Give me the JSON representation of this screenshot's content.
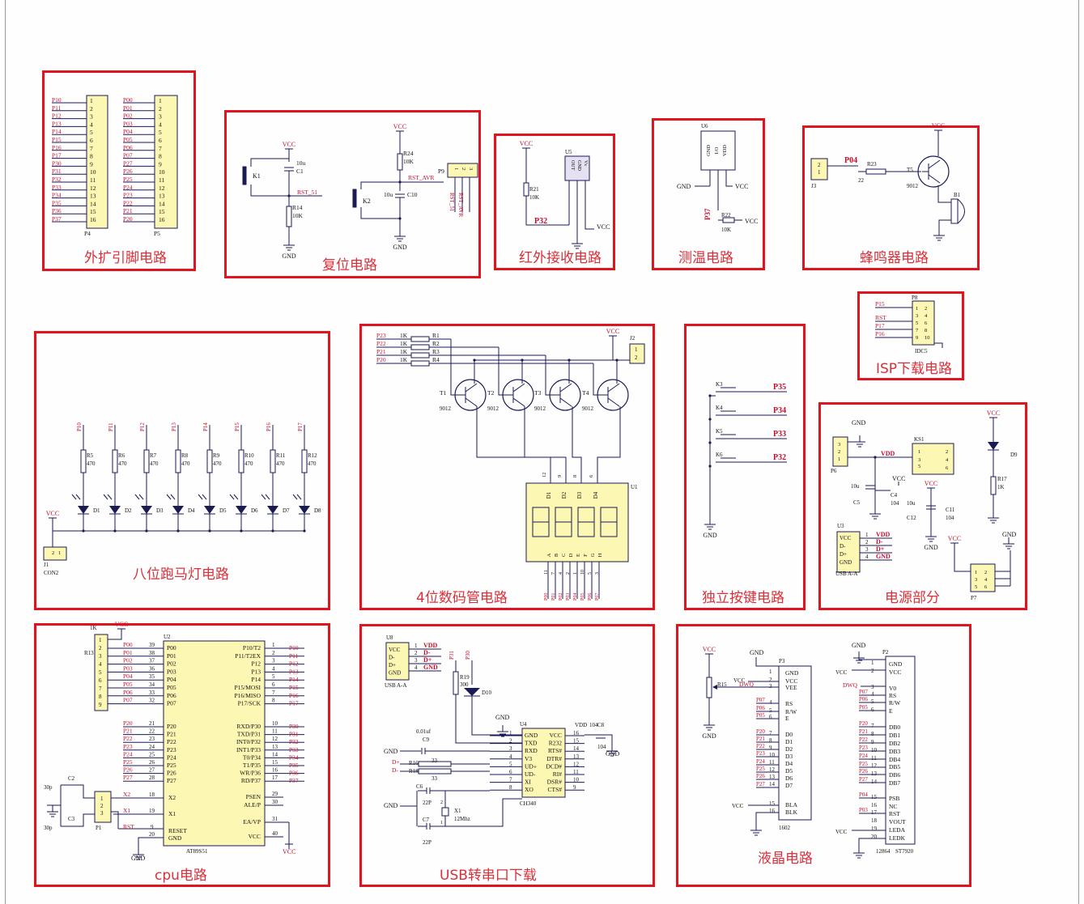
{
  "sections": {
    "ext_pins": "外扩引脚电路",
    "reset": "复位电路",
    "ir": "红外接收电路",
    "temp": "测温电路",
    "buzzer": "蜂鸣器电路",
    "isp": "ISP下载电路",
    "led": "八位跑马灯电路",
    "seg": "4位数码管电路",
    "keys": "独立按键电路",
    "power": "电源部分",
    "cpu": "cpu电路",
    "usb": "USB转串口下载",
    "lcd": "液晶电路"
  },
  "ext_pins": {
    "p4_labels": [
      "P10",
      "P11",
      "P12",
      "P13",
      "P14",
      "P15",
      "P16",
      "P17",
      "P30",
      "P31",
      "P32",
      "P33",
      "P34",
      "P35",
      "P36",
      "P37"
    ],
    "p5_labels": [
      "P00",
      "P01",
      "P02",
      "P03",
      "P04",
      "P05",
      "P06",
      "P07",
      "P27",
      "P26",
      "P25",
      "P24",
      "P23",
      "P22",
      "P21",
      "P20"
    ],
    "pin_numbers": [
      "1",
      "2",
      "3",
      "4",
      "5",
      "6",
      "7",
      "8",
      "9",
      "10",
      "11",
      "12",
      "13",
      "14",
      "15",
      "16"
    ],
    "p4": "P4",
    "p5": "P5"
  },
  "reset": {
    "vcc": "VCC",
    "gnd": "GND",
    "c1": "C1",
    "c1_val": "10u",
    "k1": "K1",
    "r14": "R14",
    "r14_val": "10K",
    "net1": "RST_51",
    "r24": "R24",
    "r24_val": "10K",
    "net2": "RST_AVR",
    "k2": "K2",
    "c10": "C10",
    "c10_val": "10u",
    "p9": "P9",
    "p9_pins": [
      "1",
      "2",
      "3"
    ],
    "p9_net1": "RST_51",
    "p9_net2": "RST_AVR"
  },
  "ir": {
    "vcc": "VCC",
    "r21": "R21",
    "r21_val": "10K",
    "u5": "U5",
    "pins": [
      "OUT",
      "GND",
      "Vs"
    ],
    "net": "P32",
    "gnd": "GND",
    "vcc2": "VCC"
  },
  "temp": {
    "u6": "U6",
    "pins": [
      "GND",
      "I/O",
      "VDD"
    ],
    "gnd": "GND",
    "vcc": "VCC",
    "net": "P37",
    "r22": "R22",
    "r22_val": "10K",
    "vcc2": "VCC"
  },
  "buzzer": {
    "vcc": "VCC",
    "j3": "J3",
    "j3_pins": [
      "2",
      "1"
    ],
    "net": "P04",
    "r23": "R23",
    "r23_val": "22",
    "t5": "T5",
    "t5_val": "9012",
    "b1": "B1"
  },
  "isp": {
    "p8": "P8",
    "nets": [
      "P15",
      "RST",
      "P17",
      "P16"
    ],
    "pins_l": [
      "1",
      "3",
      "5",
      "7",
      "9"
    ],
    "pins_r": [
      "2",
      "4",
      "6",
      "8",
      "10"
    ],
    "part": "IDC5"
  },
  "led": {
    "nets": [
      "P10",
      "P11",
      "P12",
      "P13",
      "P14",
      "P15",
      "P16",
      "P17"
    ],
    "res": [
      "R5",
      "R6",
      "R7",
      "R8",
      "R9",
      "R10",
      "R11",
      "R12"
    ],
    "res_val": "470",
    "leds": [
      "D1",
      "D2",
      "D3",
      "D4",
      "D5",
      "D6",
      "D7",
      "D8"
    ],
    "vcc": "VCC",
    "j1": "J1",
    "j1_part": "CON2",
    "j1_pins": [
      "2",
      "1"
    ]
  },
  "seg": {
    "nets": [
      "P23",
      "P22",
      "P21",
      "P20"
    ],
    "res_vals": [
      "1K",
      "1K",
      "1K",
      "1K"
    ],
    "res": [
      "R1",
      "R2",
      "R3",
      "R4"
    ],
    "trans": [
      "T1",
      "T2",
      "T3",
      "T4"
    ],
    "trans_val": "9012",
    "vcc": "VCC",
    "j2": "J2",
    "j2_pins": [
      "1",
      "2"
    ],
    "u1": "U1",
    "digits": [
      "D1",
      "D2",
      "D3",
      "D4"
    ],
    "digit_pins": [
      "12",
      "9",
      "8",
      "6"
    ],
    "seg_names": [
      "A",
      "B",
      "C",
      "D",
      "E",
      "F",
      "G",
      "H"
    ],
    "seg_pins": [
      "11",
      "7",
      "4",
      "2",
      "1",
      "10",
      "5",
      "3"
    ],
    "seg_nets": [
      "P00",
      "P01",
      "P02",
      "P03",
      "P04",
      "P05",
      "P06",
      "P07"
    ]
  },
  "keys": {
    "keys": [
      "K3",
      "K4",
      "K5",
      "K6"
    ],
    "nets": [
      "P35",
      "P34",
      "P33",
      "P32"
    ],
    "gnd": "GND"
  },
  "power": {
    "gnd": "GND",
    "vdd": "VDD",
    "ks1": "KS1",
    "ks_pins_l": [
      "2",
      "3",
      "5"
    ],
    "ks_pins_r": [
      "2",
      "4",
      "6"
    ],
    "ks_l1": "1",
    "p6": "P6",
    "p6_pins": [
      "3",
      "2",
      "1"
    ],
    "vcc": "VCC",
    "c4": "C4",
    "c4_val": "104",
    "c5": "C5",
    "c5_val": "10u",
    "c11": "C11",
    "c11_val": "104",
    "c12": "C12",
    "c12_val": "10u",
    "vcc2": "VCC",
    "gnd2": "GND",
    "d9": "D9",
    "r17": "R17",
    "r17_val": "1K",
    "vcc3": "VCC",
    "u3": "U3",
    "u3_pins": [
      "VCC",
      "D-",
      "D+",
      "GND"
    ],
    "u3_nums": [
      "1",
      "2",
      "3",
      "4"
    ],
    "u3_nets": [
      "VDD",
      "D-",
      "D+",
      "GND"
    ],
    "u3_part": "USB A-A",
    "vcc4": "VCC",
    "gnd4": "GND",
    "p7": "P7",
    "p7_pins_l": [
      "1",
      "3",
      "5"
    ],
    "p7_pins_r": [
      "2",
      "4",
      "6"
    ]
  },
  "cpu": {
    "r_label": "1K",
    "vcc": "VCC",
    "rn": "R13",
    "rn_pins": [
      "1",
      "2",
      "3",
      "4",
      "5",
      "6",
      "7",
      "8",
      "9"
    ],
    "u2": "U2",
    "part": "AT89S51",
    "left_nums": [
      "39",
      "38",
      "37",
      "36",
      "35",
      "34",
      "33",
      "32"
    ],
    "left_pins": [
      "P00",
      "P01",
      "P02",
      "P03",
      "P04",
      "P05",
      "P06",
      "P07"
    ],
    "left_nets": [
      "P00",
      "P01",
      "P02",
      "P03",
      "P04",
      "P05",
      "P06",
      "P07"
    ],
    "left2_nums": [
      "21",
      "22",
      "23",
      "24",
      "25",
      "26",
      "27",
      "28"
    ],
    "left2_pins": [
      "P20",
      "P21",
      "P22",
      "P23",
      "P24",
      "P25",
      "P26",
      "P27"
    ],
    "left2_nets": [
      "P20",
      "P21",
      "P22",
      "P23",
      "P24",
      "P25",
      "P26",
      "P27"
    ],
    "right_nums": [
      "1",
      "2",
      "3",
      "4",
      "5",
      "6",
      "7",
      "8"
    ],
    "right_pins": [
      "P10/T2",
      "P11/T2EX",
      "P12",
      "P13",
      "P14",
      "P15/MOSI",
      "P16/MISO",
      "P17/SCK"
    ],
    "right_nets": [
      "P10",
      "P11",
      "P12",
      "P13",
      "P14",
      "P15",
      "P16",
      "P17"
    ],
    "right2_nums": [
      "10",
      "11",
      "12",
      "13",
      "14",
      "15",
      "16",
      "17"
    ],
    "right2_pins": [
      "RXD/P30",
      "TXD/P31",
      "INT0/P32",
      "INT1/P33",
      "T0/P34",
      "T1/P35",
      "WR/P36",
      "RD/P37"
    ],
    "right2_nets": [
      "P30",
      "P31",
      "P32",
      "P33",
      "P34",
      "P35",
      "P36",
      "P37"
    ],
    "x2": "X2",
    "x1": "X1",
    "x2n": "18",
    "x1n": "19",
    "rst": "RST",
    "rstn": "9",
    "gndn": "20",
    "pin_x2": "X2",
    "pin_x1": "X1",
    "pin_rst": "RESET",
    "pin_gnd": "GND",
    "psen": "PSEN",
    "ale": "ALE/P",
    "ea": "EA/VP",
    "vccp": "VCC",
    "psenn": "29",
    "alen": "30",
    "ean": "31",
    "vccn": "40",
    "c2": "C2",
    "c3": "C3",
    "c_val": "30p",
    "p1": "P1",
    "p1_pins": [
      "1",
      "2",
      "3"
    ],
    "gnd": "GND",
    "vcc2": "VCC"
  },
  "usb": {
    "u8": "U8",
    "u8_pins": [
      "VCC",
      "D-",
      "D+",
      "GND"
    ],
    "u8_nums": [
      "1",
      "2",
      "3",
      "4"
    ],
    "u8_nets": [
      "VDD",
      "D-",
      "D+",
      "GND"
    ],
    "u8_part": "USB A-A",
    "p31": "P31",
    "p30": "P30",
    "r19": "R19",
    "r19_val": "300",
    "d10": "D10",
    "gnd": "GND",
    "u4": "U4",
    "part": "CH340",
    "u4_left": [
      "GND",
      "TXD",
      "RXD",
      "V3",
      "UD+",
      "UD-",
      "XI",
      "XO"
    ],
    "u4_left_nums": [
      "1",
      "2",
      "3",
      "4",
      "5",
      "6",
      "7",
      "8"
    ],
    "u4_right": [
      "VCC",
      "R232",
      "RTS#",
      "DTR#",
      "DCD#",
      "RI#",
      "DSR#",
      "CTS#"
    ],
    "u4_right_nums": [
      "16",
      "15",
      "14",
      "13",
      "12",
      "11",
      "10",
      "9"
    ],
    "vdd": "VDD",
    "c8": "C8",
    "c8_val": "104",
    "gnd2": "GND",
    "c9": "C9",
    "c9_val": "0.01uf",
    "r16": "R16",
    "r18": "R18",
    "r_val": "33",
    "dp": "D+",
    "dm": "D-",
    "c6": "C6",
    "c7": "C7",
    "c67_val": "22P",
    "x1": "X1",
    "x1_val": "12Mhz",
    "x_pins": [
      "1",
      "2"
    ]
  },
  "lcd": {
    "vcc": "VCC",
    "r15": "R15",
    "gnd": "GND",
    "p3": "P3",
    "p3_part": "1602",
    "dwq": "DWQ",
    "p3_nums": [
      "1",
      "2",
      "3",
      "4",
      "5",
      "6",
      "7",
      "8",
      "9",
      "10",
      "11",
      "12",
      "13",
      "14",
      "15",
      "16"
    ],
    "p3_pins": [
      "GND",
      "VCC",
      "VEE",
      "RS",
      "R/W",
      "E",
      "D0",
      "D1",
      "D2",
      "D3",
      "D4",
      "D5",
      "D6",
      "D7",
      "BLA",
      "BLK"
    ],
    "p3_nets": [
      "P07",
      "P06",
      "P05",
      "P20",
      "P21",
      "P22",
      "P23",
      "P24",
      "P25",
      "P26",
      "P27"
    ],
    "p2": "P2",
    "p2_part": "12864",
    "p2_ctrl": "ST7920",
    "p2_nums": [
      "1",
      "2",
      "3",
      "4",
      "5",
      "6",
      "7",
      "8",
      "9",
      "10",
      "11",
      "12",
      "13",
      "14",
      "15",
      "16",
      "17",
      "18",
      "19",
      "20"
    ],
    "p2_pins": [
      "GND",
      "VCC",
      "V0",
      "RS",
      "R/W",
      "E",
      "DB0",
      "DB1",
      "DB2",
      "DB3",
      "DB4",
      "DB5",
      "DB6",
      "DB7",
      "PSB",
      "NC",
      "RST",
      "VOUT",
      "LEDA",
      "LEDK"
    ],
    "p2_nets": [
      "P07",
      "P06",
      "P05",
      "P20",
      "P21",
      "P22",
      "P23",
      "P24",
      "P25",
      "P26",
      "P27",
      "P04",
      "P03"
    ]
  },
  "colors": {
    "frame": "#e0141e",
    "wire": "#1a1a55",
    "net": "#c8102e",
    "body": "#fdf7b4",
    "text": "#111111"
  }
}
